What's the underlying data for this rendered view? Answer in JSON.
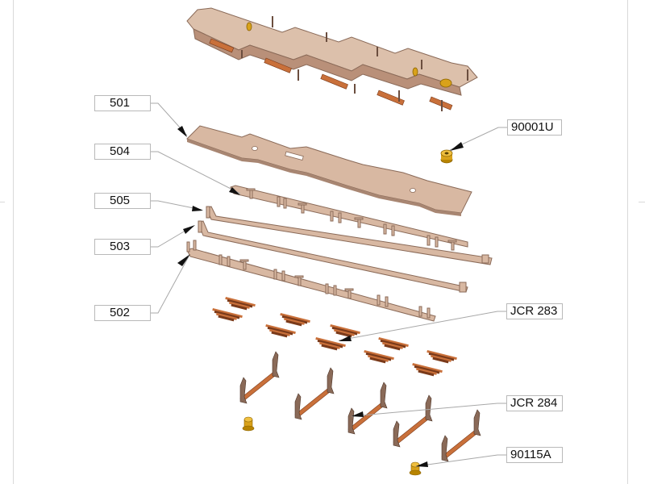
{
  "labels": {
    "p501": "501",
    "p504": "504",
    "p505": "505",
    "p503": "503",
    "p502": "502",
    "p90001U": "90001U",
    "jcr283": "JCR 283",
    "jcr284": "JCR 284",
    "p90115A": "90115A"
  },
  "colors": {
    "wood": "#d8b8a2",
    "wood_dark": "#8a6a58",
    "wood_shadow": "#b99079",
    "spring": "#c9703a",
    "spring_dark": "#7a3a1a",
    "brass": "#d9a21a",
    "brass_dark": "#8a6200",
    "leader": "#a8a8a8"
  },
  "icons": {
    "callout_arrow": "filled-triangle-arrow"
  }
}
